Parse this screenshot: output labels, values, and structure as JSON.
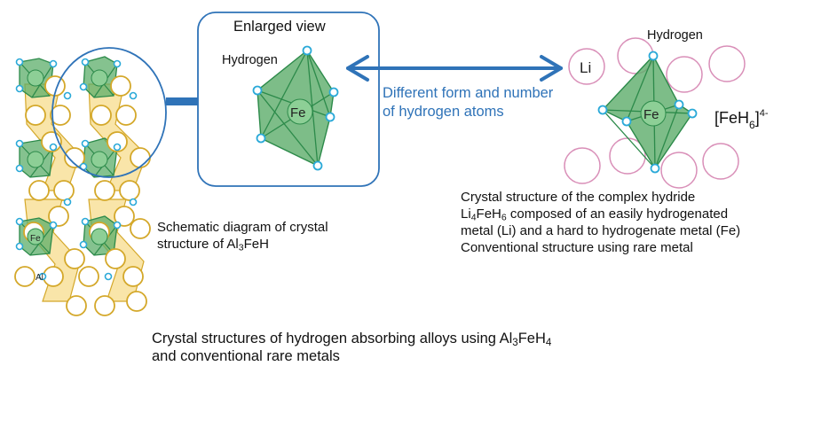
{
  "left_structure": {
    "caption_line1": "Schematic diagram of crystal",
    "caption_line2_pre": "structure of Al",
    "caption_line2_sub": "3",
    "caption_line2_post": "FeH",
    "fe_label": "Fe",
    "al_label": "Al"
  },
  "enlarged_view": {
    "title": "Enlarged view",
    "hydrogen_label": "Hydrogen",
    "fe_label": "Fe"
  },
  "arrow_text": {
    "line1": "Different form and number",
    "line2": "of hydrogen atoms"
  },
  "right_structure": {
    "hydrogen_label": "Hydrogen",
    "li_label": "Li",
    "fe_label": "Fe",
    "complex_pre": "[FeH",
    "complex_sub": "6",
    "complex_post": "]",
    "complex_sup": "4-",
    "caption_line1": "Crystal structure of the complex hydride",
    "caption_line2_li": "Li",
    "caption_line2_li_sub": "4",
    "caption_line2_feh": "FeH",
    "caption_line2_feh_sub": "6",
    "caption_line2_rest": " composed of an easily hydrogenated",
    "caption_line3": "metal (Li) and a hard to hydrogenate metal (Fe)",
    "caption_line4": "Conventional structure using rare metal"
  },
  "main_caption": {
    "line1_pre": "Crystal structures of hydrogen absorbing alloys using Al",
    "line1_sub1": "3",
    "line1_mid": "FeH",
    "line1_sub2": "4",
    "line2": "and conventional rare metals"
  },
  "colors": {
    "gold": "#d4a82a",
    "gold_fill": "#f7dc8c",
    "green_fill": "#5cad6a",
    "green_line": "#2c8a4a",
    "hydrogen_dot": "#2aa9d8",
    "blue": "#2f73b8",
    "li_circle": "#d98fb8"
  }
}
